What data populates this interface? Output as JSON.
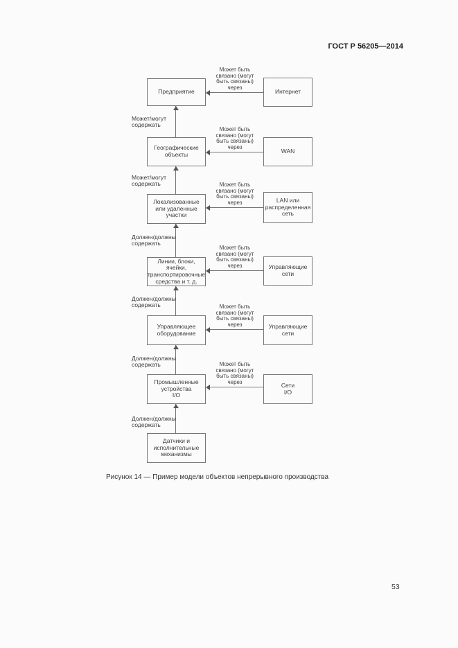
{
  "header": {
    "title": "ГОСТ Р 56205—2014"
  },
  "footer": {
    "page_number": "53"
  },
  "colors": {
    "line_gray": "#767676",
    "text_gray": "#3d3d3d",
    "page_bg": "#fbfbfb"
  },
  "figure": {
    "caption": "Рисунок 14 — Пример модели объектов непрерывного производства",
    "chain_boxes": [
      {
        "label": "Предприятие"
      },
      {
        "label": "Географические\nобъекты"
      },
      {
        "label": "Локализованные\nили удаленные\nучастки"
      },
      {
        "label": "Линии, блоки,\nячейки,\nтранспортировочные\nсредства и т. д."
      },
      {
        "label": "Управляющее\nоборудование"
      },
      {
        "label": "Промышленные\nустройства\nI/O"
      },
      {
        "label": "Датчики и\nисполнительные\nмеханизмы"
      }
    ],
    "contain_links": [
      {
        "label": "Может/могут\nсодержать"
      },
      {
        "label": "Может/могут\nсодержать"
      },
      {
        "label": "Должен/должны\nсодержать"
      },
      {
        "label": "Должен/должны\nсодержать"
      },
      {
        "label": "Должен/должны\nсодержать"
      },
      {
        "label": "Должен/должны\nсодержать"
      }
    ],
    "network_boxes": [
      {
        "label": "Интернет",
        "link_label": "Может быть\nсвязано (могут\nбыть связаны)\nчерез"
      },
      {
        "label": "WAN",
        "link_label": "Может быть\nсвязано (могут\nбыть связаны)\nчерез"
      },
      {
        "label": "LAN  или\nраспределенная\nсеть",
        "link_label": "Может быть\nсвязано (могут\nбыть связаны)\nчерез"
      },
      {
        "label": "Управляющие\nсети",
        "link_label": "Может быть\nсвязано (могут\nбыть связаны)\nчерез"
      },
      {
        "label": "Управляющие\nсети",
        "link_label": "Может быть\nсвязано (могут\nбыть связаны)\nчерез"
      },
      {
        "label": "Сети\nI/O",
        "link_label": "Может быть\nсвязано (могут\nбыть связаны)\nчерез"
      }
    ]
  }
}
